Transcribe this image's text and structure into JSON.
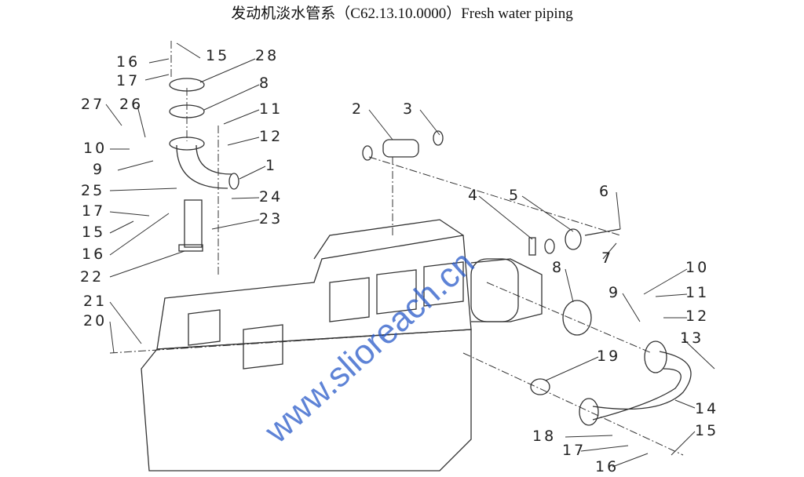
{
  "title": "发动机淡水管系（C62.13.10.0000）Fresh water piping",
  "watermark": "www.slioreach.cn",
  "callouts": [
    "16",
    "15",
    "28",
    "17",
    "8",
    "27",
    "26",
    "11",
    "12",
    "10",
    "9",
    "1",
    "25",
    "24",
    "17",
    "23",
    "15",
    "16",
    "22",
    "21",
    "20",
    "2",
    "3",
    "4",
    "5",
    "6",
    "7",
    "8",
    "10",
    "9",
    "11",
    "12",
    "13",
    "19",
    "14",
    "18",
    "15",
    "17",
    "16"
  ],
  "colors": {
    "line": "#333333",
    "watermark": "#285ac8"
  }
}
